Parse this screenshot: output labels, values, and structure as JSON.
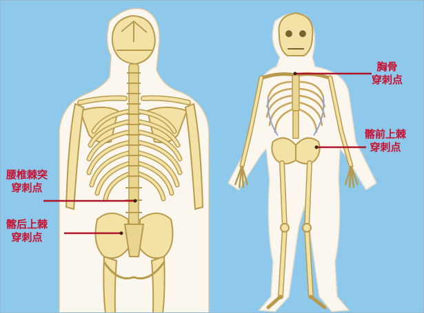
{
  "labels": {
    "sternum": {
      "line1": "胸骨",
      "line2": "穿刺点"
    },
    "anterior_iliac": {
      "line1": "髂前上棘",
      "line2": "穿刺点"
    },
    "lumbar": {
      "line1": "腰椎棘突",
      "line2": "穿刺点"
    },
    "posterior_iliac": {
      "line1": "髂后上棘",
      "line2": "穿刺点"
    }
  },
  "colors": {
    "background": "#8ec8ea",
    "bone": "#f3e2a6",
    "bone_outline": "#b89a4c",
    "label": "#c8102e",
    "pointer": "#b01428"
  }
}
